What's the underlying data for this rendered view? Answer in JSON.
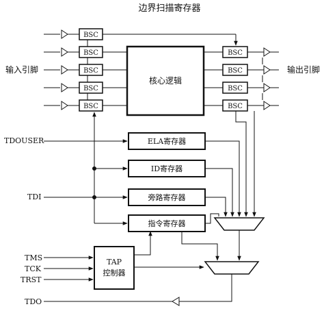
{
  "title": "边界扫描寄存器",
  "labels": {
    "input_pins": "输入引脚",
    "output_pins": "输出引脚",
    "core_logic": "核心逻辑",
    "bsc": "BSC",
    "tdouser": "TDOUSER",
    "tdi": "TDI",
    "tms": "TMS",
    "tck": "TCK",
    "trst": "TRST",
    "tdo": "TDO"
  },
  "registers": {
    "ela": "ELA寄存器",
    "id": "ID寄存器",
    "bypass": "旁路寄存器",
    "instruction": "指令寄存器"
  },
  "tap": {
    "line1": "TAP",
    "line2": "控制器"
  },
  "colors": {
    "stroke": "#111111",
    "background": "#ffffff"
  }
}
